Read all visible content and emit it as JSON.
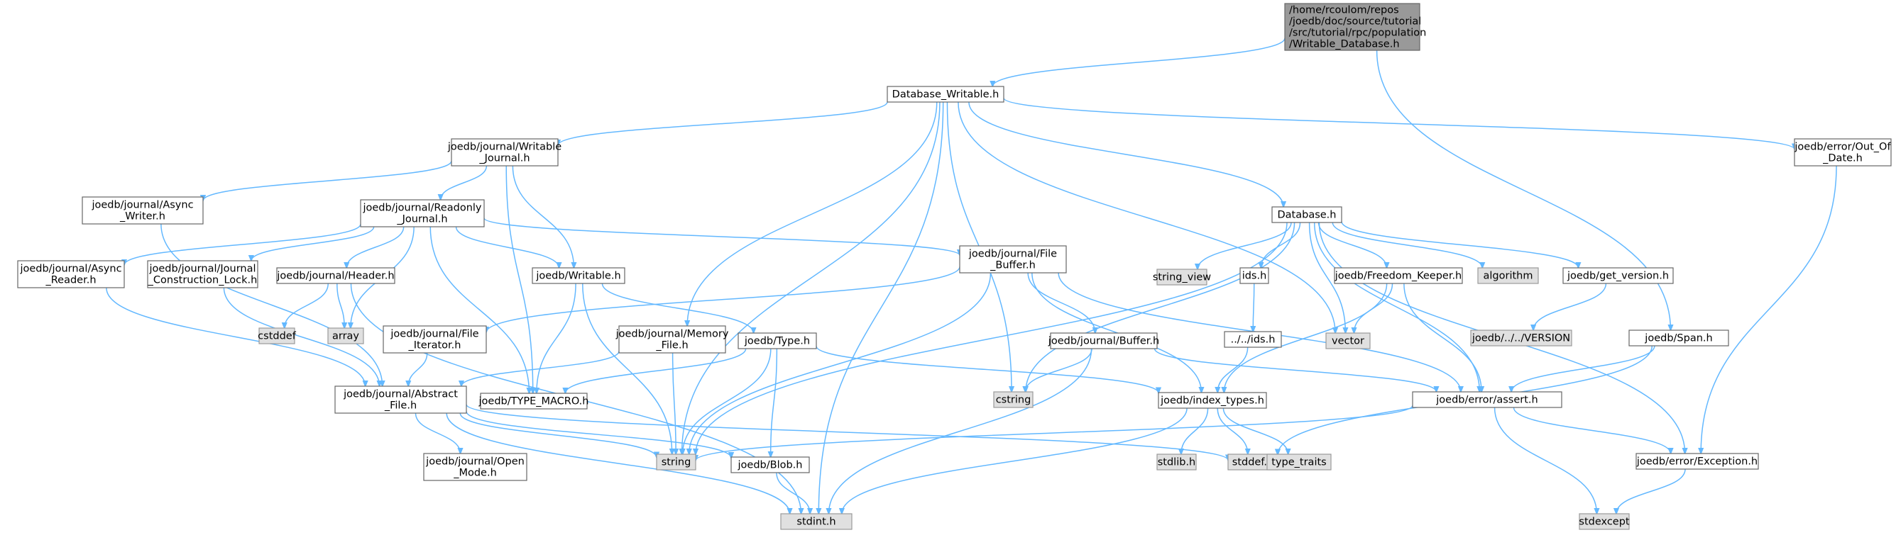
{
  "colors": {
    "edge": "#63b8ff",
    "node_fill": "#ffffff",
    "node_stroke": "#666666",
    "system_fill": "#e0e0e0",
    "system_stroke": "#999999",
    "root_fill": "#999999",
    "root_stroke": "#666666"
  },
  "nodes": [
    {
      "id": "root",
      "lines": [
        "/home/rcoulom/repos",
        "/joedb/doc/source/tutorial",
        "/src/tutorial/rpc/population",
        "/Writable_Database.h"
      ],
      "kind": "root"
    },
    {
      "id": "dbw",
      "lines": [
        "Database_Writable.h"
      ],
      "kind": "local"
    },
    {
      "id": "wj",
      "lines": [
        "joedb/journal/Writable",
        "_Journal.h"
      ],
      "kind": "local"
    },
    {
      "id": "aw",
      "lines": [
        "joedb/journal/Async",
        "_Writer.h"
      ],
      "kind": "local"
    },
    {
      "id": "rj",
      "lines": [
        "joedb/journal/Readonly",
        "_Journal.h"
      ],
      "kind": "local"
    },
    {
      "id": "ar",
      "lines": [
        "joedb/journal/Async",
        "_Reader.h"
      ],
      "kind": "local"
    },
    {
      "id": "jcl",
      "lines": [
        "joedb/journal/Journal",
        "_Construction_Lock.h"
      ],
      "kind": "local"
    },
    {
      "id": "hdr",
      "lines": [
        "joedb/journal/Header.h"
      ],
      "kind": "local"
    },
    {
      "id": "cstddef",
      "lines": [
        "cstddef"
      ],
      "kind": "system"
    },
    {
      "id": "array",
      "lines": [
        "array"
      ],
      "kind": "system"
    },
    {
      "id": "fi",
      "lines": [
        "joedb/journal/File",
        "_Iterator.h"
      ],
      "kind": "local"
    },
    {
      "id": "af",
      "lines": [
        "joedb/journal/Abstract",
        "_File.h"
      ],
      "kind": "local"
    },
    {
      "id": "om",
      "lines": [
        "joedb/journal/Open",
        "_Mode.h"
      ],
      "kind": "local"
    },
    {
      "id": "wr",
      "lines": [
        "joedb/Writable.h"
      ],
      "kind": "local"
    },
    {
      "id": "tm",
      "lines": [
        "joedb/TYPE_MACRO.h"
      ],
      "kind": "local"
    },
    {
      "id": "mf",
      "lines": [
        "joedb/journal/Memory",
        "_File.h"
      ],
      "kind": "local"
    },
    {
      "id": "type",
      "lines": [
        "joedb/Type.h"
      ],
      "kind": "local"
    },
    {
      "id": "blob",
      "lines": [
        "joedb/Blob.h"
      ],
      "kind": "local"
    },
    {
      "id": "string",
      "lines": [
        "string"
      ],
      "kind": "system"
    },
    {
      "id": "stdint",
      "lines": [
        "stdint.h"
      ],
      "kind": "system"
    },
    {
      "id": "fb",
      "lines": [
        "joedb/journal/File",
        "_Buffer.h"
      ],
      "kind": "local"
    },
    {
      "id": "buf",
      "lines": [
        "joedb/journal/Buffer.h"
      ],
      "kind": "local"
    },
    {
      "id": "cstring",
      "lines": [
        "cstring"
      ],
      "kind": "system"
    },
    {
      "id": "db",
      "lines": [
        "Database.h"
      ],
      "kind": "local"
    },
    {
      "id": "sv",
      "lines": [
        "string_view"
      ],
      "kind": "system"
    },
    {
      "id": "ids",
      "lines": [
        "ids.h"
      ],
      "kind": "local"
    },
    {
      "id": "ids2",
      "lines": [
        "../../ids.h"
      ],
      "kind": "local"
    },
    {
      "id": "it",
      "lines": [
        "joedb/index_types.h"
      ],
      "kind": "local"
    },
    {
      "id": "stdlib",
      "lines": [
        "stdlib.h"
      ],
      "kind": "system"
    },
    {
      "id": "stddef",
      "lines": [
        "stddef.h"
      ],
      "kind": "system"
    },
    {
      "id": "tt",
      "lines": [
        "type_traits"
      ],
      "kind": "system"
    },
    {
      "id": "vector",
      "lines": [
        "vector"
      ],
      "kind": "system"
    },
    {
      "id": "fk",
      "lines": [
        "joedb/Freedom_Keeper.h"
      ],
      "kind": "local"
    },
    {
      "id": "alg",
      "lines": [
        "algorithm"
      ],
      "kind": "system"
    },
    {
      "id": "gv",
      "lines": [
        "joedb/get_version.h"
      ],
      "kind": "local"
    },
    {
      "id": "ver",
      "lines": [
        "joedb/../../VERSION"
      ],
      "kind": "system"
    },
    {
      "id": "span",
      "lines": [
        "joedb/Span.h"
      ],
      "kind": "local"
    },
    {
      "id": "assert",
      "lines": [
        "joedb/error/assert.h"
      ],
      "kind": "local"
    },
    {
      "id": "exc",
      "lines": [
        "joedb/error/Exception.h"
      ],
      "kind": "local"
    },
    {
      "id": "stdexcept",
      "lines": [
        "stdexcept"
      ],
      "kind": "system"
    },
    {
      "id": "ood",
      "lines": [
        "joedb/error/Out_Of",
        "_Date.h"
      ],
      "kind": "local"
    }
  ],
  "edges": [
    [
      "root",
      "dbw"
    ],
    [
      "root",
      "span"
    ],
    [
      "dbw",
      "wj"
    ],
    [
      "dbw",
      "mf"
    ],
    [
      "dbw",
      "string"
    ],
    [
      "dbw",
      "stdint"
    ],
    [
      "dbw",
      "cstring"
    ],
    [
      "dbw",
      "vector"
    ],
    [
      "dbw",
      "db"
    ],
    [
      "dbw",
      "ood"
    ],
    [
      "wj",
      "aw"
    ],
    [
      "wj",
      "rj"
    ],
    [
      "wj",
      "wr"
    ],
    [
      "wj",
      "tm"
    ],
    [
      "aw",
      "af"
    ],
    [
      "rj",
      "ar"
    ],
    [
      "rj",
      "jcl"
    ],
    [
      "rj",
      "hdr"
    ],
    [
      "rj",
      "array"
    ],
    [
      "rj",
      "wr"
    ],
    [
      "rj",
      "fb"
    ],
    [
      "rj",
      "tm"
    ],
    [
      "ar",
      "af"
    ],
    [
      "jcl",
      "af"
    ],
    [
      "hdr",
      "cstddef"
    ],
    [
      "hdr",
      "array"
    ],
    [
      "hdr",
      "stdint"
    ],
    [
      "fi",
      "af"
    ],
    [
      "af",
      "om"
    ],
    [
      "af",
      "blob"
    ],
    [
      "af",
      "string"
    ],
    [
      "af",
      "stdint"
    ],
    [
      "af",
      "stddef"
    ],
    [
      "wr",
      "type"
    ],
    [
      "wr",
      "tm"
    ],
    [
      "wr",
      "string"
    ],
    [
      "mf",
      "af"
    ],
    [
      "mf",
      "string"
    ],
    [
      "type",
      "blob"
    ],
    [
      "type",
      "string"
    ],
    [
      "type",
      "it"
    ],
    [
      "type",
      "tm"
    ],
    [
      "blob",
      "stdint"
    ],
    [
      "fb",
      "fi"
    ],
    [
      "fb",
      "buf"
    ],
    [
      "fb",
      "it"
    ],
    [
      "fb",
      "assert"
    ],
    [
      "fb",
      "string"
    ],
    [
      "buf",
      "cstring"
    ],
    [
      "buf",
      "stdint"
    ],
    [
      "buf",
      "assert"
    ],
    [
      "db",
      "string"
    ],
    [
      "db",
      "cstring"
    ],
    [
      "db",
      "sv"
    ],
    [
      "db",
      "ids"
    ],
    [
      "db",
      "vector"
    ],
    [
      "db",
      "fk"
    ],
    [
      "db",
      "alg"
    ],
    [
      "db",
      "gv"
    ],
    [
      "db",
      "assert"
    ],
    [
      "db",
      "exc"
    ],
    [
      "ids",
      "ids2"
    ],
    [
      "ids2",
      "it"
    ],
    [
      "it",
      "stdlib"
    ],
    [
      "it",
      "stddef"
    ],
    [
      "it",
      "tt"
    ],
    [
      "it",
      "stdint"
    ],
    [
      "fk",
      "vector"
    ],
    [
      "fk",
      "it"
    ],
    [
      "fk",
      "assert"
    ],
    [
      "gv",
      "ver"
    ],
    [
      "span",
      "assert"
    ],
    [
      "span",
      "stddef"
    ],
    [
      "assert",
      "string"
    ],
    [
      "assert",
      "exc"
    ],
    [
      "assert",
      "stdexcept"
    ],
    [
      "exc",
      "stdexcept"
    ],
    [
      "ood",
      "exc"
    ]
  ]
}
